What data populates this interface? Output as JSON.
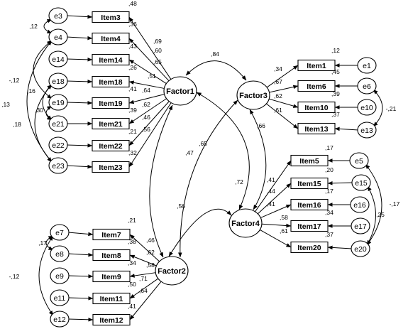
{
  "factors": [
    {
      "id": "F1",
      "label": "Factor1"
    },
    {
      "id": "F2",
      "label": "Factor2"
    },
    {
      "id": "F3",
      "label": "Factor3"
    },
    {
      "id": "F4",
      "label": "Factor4"
    }
  ],
  "items": [
    {
      "label": "Item3",
      "error": "e3",
      "factor": "F1",
      "loading": ",69",
      "r2": ",48"
    },
    {
      "label": "Item4",
      "error": "e4",
      "factor": "F1",
      "loading": ",60",
      "r2": ",36"
    },
    {
      "label": "Item14",
      "error": "e14",
      "factor": "F1",
      "loading": ",65",
      "r2": ",43"
    },
    {
      "label": "Item18",
      "error": "e18",
      "factor": "F1",
      "loading": ",51",
      "r2": ",26"
    },
    {
      "label": "Item19",
      "error": "e19",
      "factor": "F1",
      "loading": ",64",
      "r2": ",41"
    },
    {
      "label": "Item21",
      "error": "e21",
      "factor": "F1",
      "loading": ",62",
      "r2": ",39"
    },
    {
      "label": "Item22",
      "error": "e22",
      "factor": "F1",
      "loading": ",46",
      "r2": ",21"
    },
    {
      "label": "Item23",
      "error": "e23",
      "factor": "F1",
      "loading": ",56",
      "r2": ",32"
    },
    {
      "label": "Item1",
      "error": "e1",
      "factor": "F3",
      "loading": ",34",
      "r2": ",12"
    },
    {
      "label": "Item6",
      "error": "e6",
      "factor": "F3",
      "loading": ",67",
      "r2": ",45"
    },
    {
      "label": "Item10",
      "error": "e10",
      "factor": "F3",
      "loading": ",62",
      "r2": ",39"
    },
    {
      "label": "Item13",
      "error": "e13",
      "factor": "F3",
      "loading": ",61",
      "r2": ",37"
    },
    {
      "label": "Item5",
      "error": "e5",
      "factor": "F4",
      "loading": ",41",
      "r2": ",17"
    },
    {
      "label": "Item15",
      "error": "e15",
      "factor": "F4",
      "loading": ",44",
      "r2": ",20"
    },
    {
      "label": "Item16",
      "error": "e16",
      "factor": "F4",
      "loading": ",41",
      "r2": ",17"
    },
    {
      "label": "Item17",
      "error": "e17",
      "factor": "F4",
      "loading": ",58",
      "r2": ",34"
    },
    {
      "label": "Item20",
      "error": "e20",
      "factor": "F4",
      "loading": ",61",
      "r2": ",37"
    },
    {
      "label": "Item7",
      "error": "e7",
      "factor": "F2",
      "loading": ",46",
      "r2": ",21"
    },
    {
      "label": "Item8",
      "error": "e8",
      "factor": "F2",
      "loading": ",62",
      "r2": ",38"
    },
    {
      "label": "Item9",
      "error": "e9",
      "factor": "F2",
      "loading": ",58",
      "r2": ",34"
    },
    {
      "label": "Item11",
      "error": "e11",
      "factor": "F2",
      "loading": ",71",
      "r2": ",50"
    },
    {
      "label": "Item12",
      "error": "e12",
      "factor": "F2",
      "loading": ",64",
      "r2": ",41"
    }
  ],
  "factor_correlations": [
    {
      "from": "F1",
      "to": "F3",
      "value": ",84"
    },
    {
      "from": "F1",
      "to": "F4",
      "value": ",72"
    },
    {
      "from": "F1",
      "to": "F2",
      "value": ",47"
    },
    {
      "from": "F3",
      "to": "F4",
      "value": ",66"
    },
    {
      "from": "F3",
      "to": "F2",
      "value": ",65"
    },
    {
      "from": "F2",
      "to": "F4",
      "value": ",56"
    }
  ],
  "error_covariances": [
    {
      "from": "e3",
      "to": "e4",
      "value": ",12"
    },
    {
      "from": "e4",
      "to": "e19",
      "value": "-,12"
    },
    {
      "from": "e4",
      "to": "e23",
      "value": ",13"
    },
    {
      "from": "e18",
      "to": "e21",
      "value": ",16"
    },
    {
      "from": "e19",
      "to": "e21",
      "value": ",30"
    },
    {
      "from": "e18",
      "to": "e23",
      "value": ",18"
    },
    {
      "from": "e6",
      "to": "e13",
      "value": "-,21"
    },
    {
      "from": "e5",
      "to": "e20",
      "value": "-,17"
    },
    {
      "from": "e15",
      "to": "e20",
      "value": ",25"
    },
    {
      "from": "e7",
      "to": "e8",
      "value": ",17"
    },
    {
      "from": "e7",
      "to": "e12",
      "value": "-,12"
    }
  ]
}
